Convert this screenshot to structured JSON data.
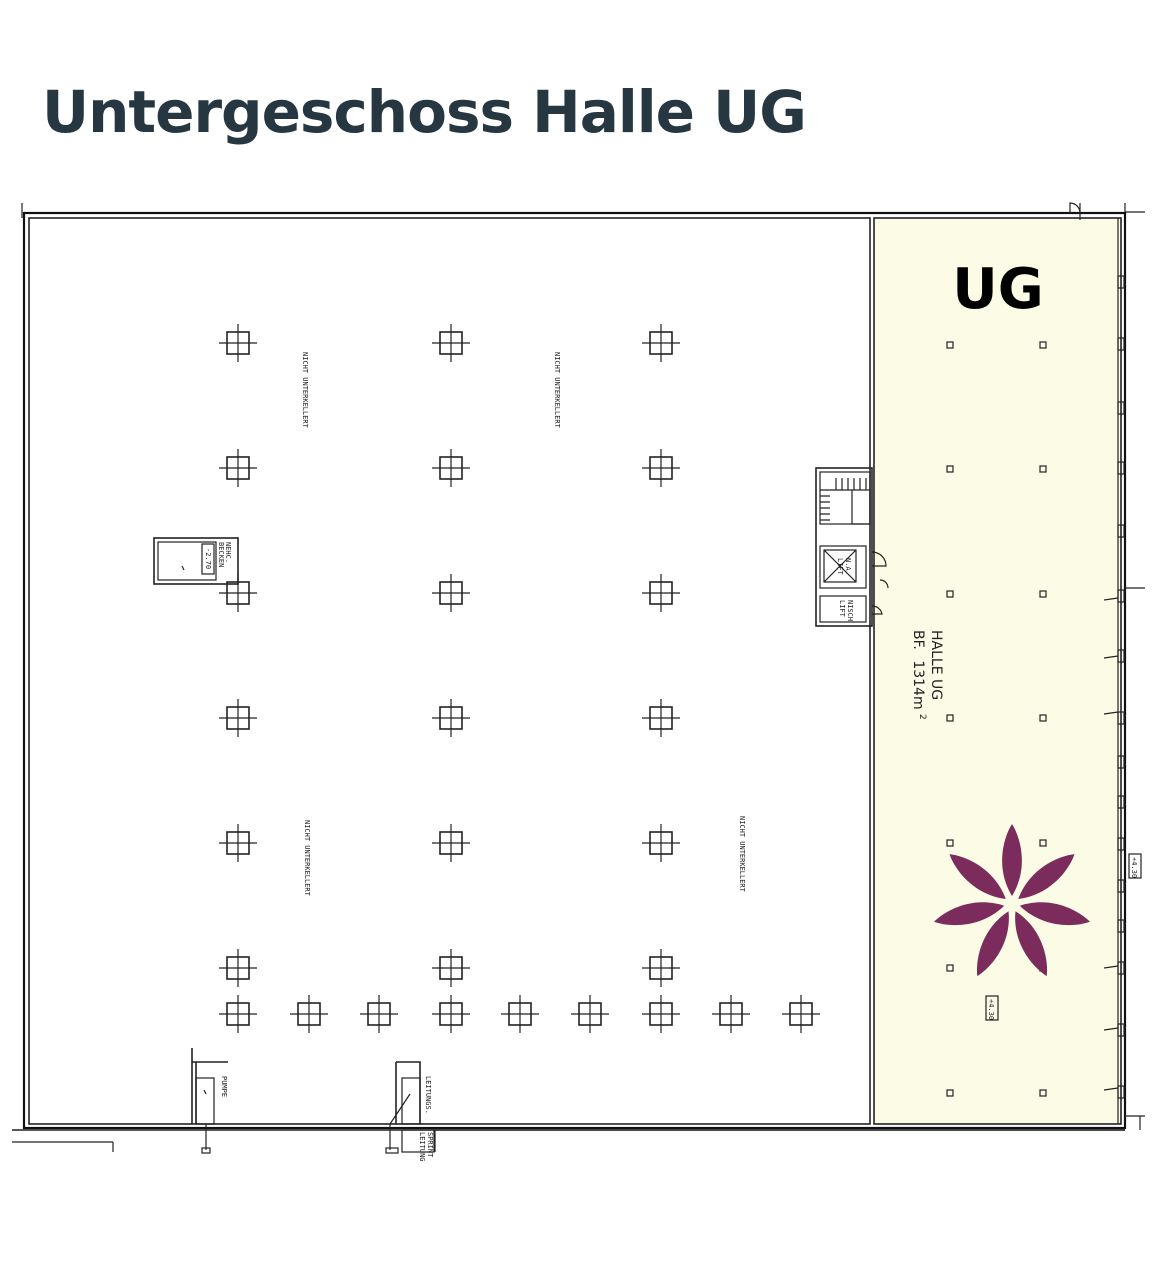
{
  "title": "Untergeschoss Halle UG",
  "colors": {
    "title": "#263742",
    "hall_fill": "#fcfce6",
    "logo": "#7b2c5c",
    "lines": "#222222"
  },
  "hall": {
    "badge": "UG",
    "name": "HALLE UG",
    "area_prefix": "BF.",
    "area_value": "1314m",
    "area_sup": "2",
    "level_marker_right": "+4.30",
    "level_marker_center": "+4.30"
  },
  "notes": {
    "nicht_unterkellert": "NICHT UNTERKELLERT",
    "pumpen_top": "NEHC.",
    "pumpen_mid": "BECKEN",
    "pumpen_level": "-2.70",
    "lift": "LIFT",
    "lift_no": "N.A.",
    "lift_nische": "NISCH",
    "pumpe": "PUMPE",
    "leitung": "LEITUNGS.",
    "sprint": "SPRINT",
    "leitung2": "LEITUNG"
  },
  "logo": {
    "icon": "flower-logo-icon"
  }
}
